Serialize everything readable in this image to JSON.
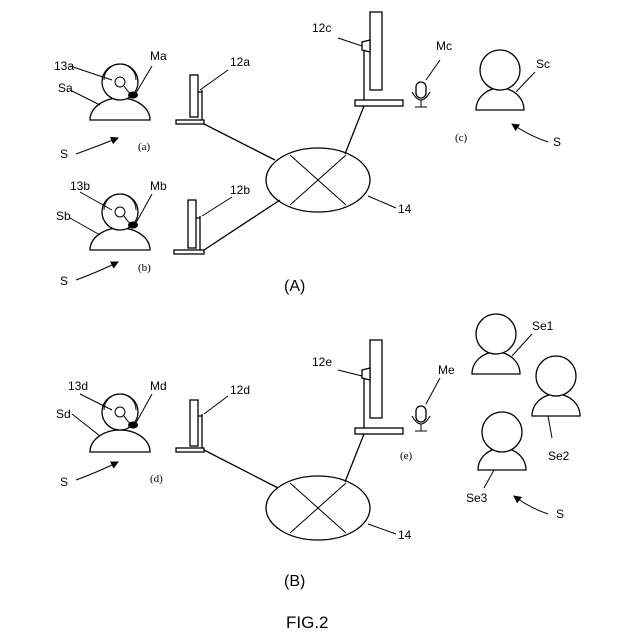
{
  "figure_label": "FIG.2",
  "panels": [
    {
      "label": "(A)",
      "users": [
        {
          "user": "Sa",
          "headset": "13a",
          "mic": "Ma",
          "sub": "(a)",
          "group": "S",
          "terminal": "12a"
        },
        {
          "user": "Sb",
          "headset": "13b",
          "mic": "Mb",
          "sub": "(b)",
          "group": "S",
          "terminal": "12b"
        },
        {
          "user": "Sc",
          "mic": "Mc",
          "sub": "(c)",
          "group": "S",
          "terminal": "12c"
        }
      ],
      "network": "14"
    },
    {
      "label": "(B)",
      "users": [
        {
          "user": "Sd",
          "headset": "13d",
          "mic": "Md",
          "sub": "(d)",
          "group": "S",
          "terminal": "12d"
        },
        {
          "users": [
            "Se1",
            "Se2",
            "Se3"
          ],
          "mic": "Me",
          "sub": "(e)",
          "group": "S",
          "terminal": "12e"
        }
      ],
      "network": "14"
    }
  ]
}
